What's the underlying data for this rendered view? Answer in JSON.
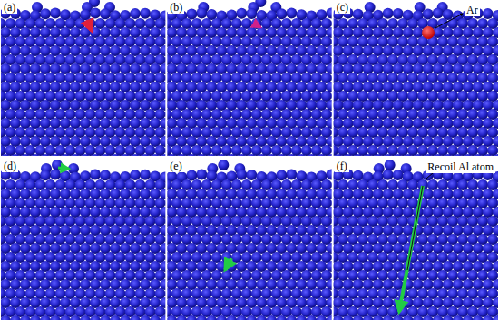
{
  "diagram": {
    "labels": [
      "(a)",
      "(b)",
      "(c)",
      "(d)",
      "(e)",
      "(f)",
      "Ar",
      "Recoil Al atom"
    ]
  }
}
